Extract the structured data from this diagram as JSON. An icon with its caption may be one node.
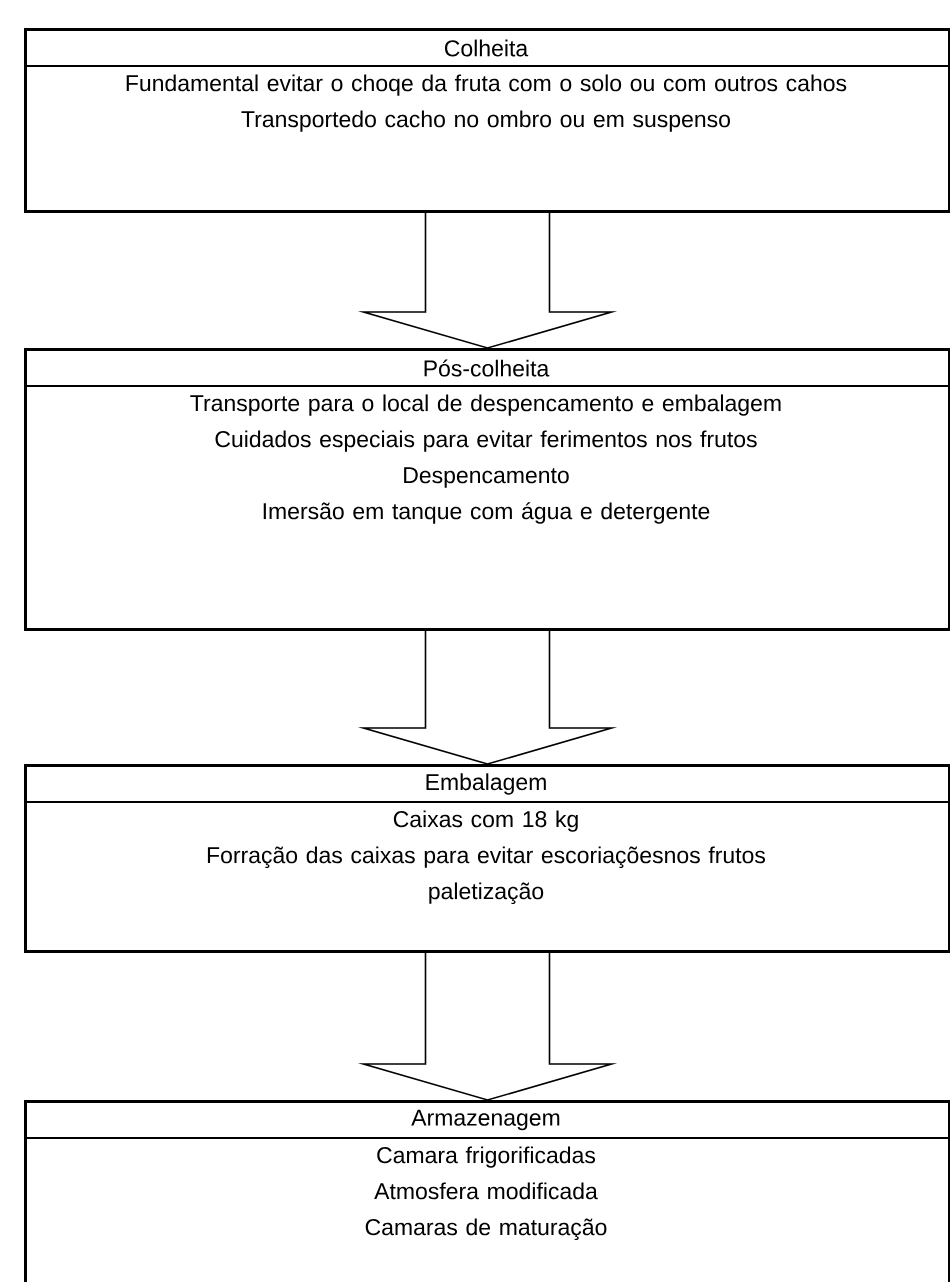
{
  "diagram": {
    "nodes": [
      {
        "text": [
          "Colheita",
          "Fundamental evitar o choqe da fruta com o solo ou com outros cahos",
          "Transportedo cacho no ombro ou em suspenso"
        ]
      },
      {
        "text": [
          "Pós-colheita",
          "Transporte para o local de despencamento e embalagem",
          "Cuidados especiais para evitar ferimentos nos frutos",
          "Despencamento",
          "Imersão em tanque com água e detergente"
        ]
      },
      {
        "text": [
          "Embalagem",
          "Caixas com 18 kg",
          "Forração das caixas para evitar escoriaçõesnos frutos",
          "paletização"
        ]
      },
      {
        "text": [
          "Armazenagem",
          "Camara frigorificadas",
          "Atmosfera modificada",
          "Camaras de maturação"
        ]
      }
    ],
    "edges": [
      {
        "from": 0,
        "to": 1,
        "arrow": "to"
      },
      {
        "from": 1,
        "to": 2,
        "arrow": "to"
      },
      {
        "from": 2,
        "to": 3,
        "arrow": "to"
      }
    ]
  }
}
